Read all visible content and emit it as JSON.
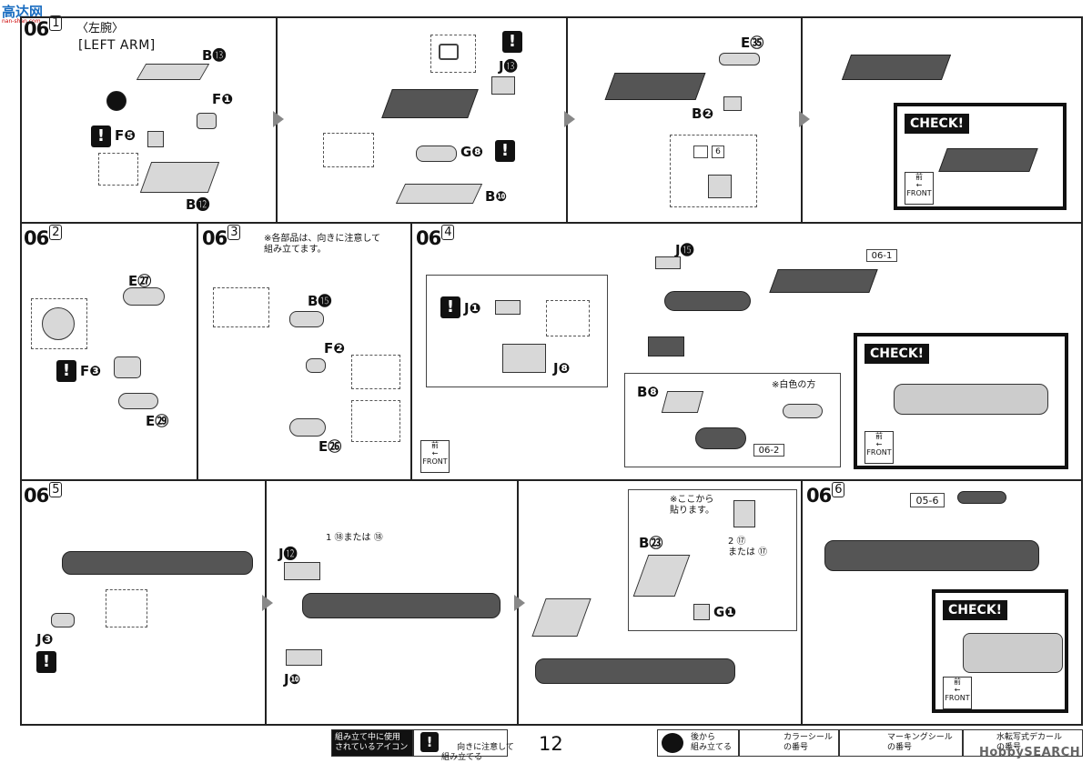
{
  "watermark": {
    "site": "高达网",
    "url": "nan-shan.com"
  },
  "steps": {
    "s061": {
      "number": "06",
      "sub": "1",
      "title_jp": "〈左腕〉",
      "title_en": "[LEFT ARM]",
      "labels": [
        "B⓭",
        "F❶",
        "F❺",
        "B⓬",
        "J⓭",
        "G❽",
        "B❿",
        "E㉟",
        "B❷",
        "6"
      ]
    },
    "s062": {
      "number": "06",
      "sub": "2",
      "labels": [
        "E㉗",
        "F❸",
        "E㉙"
      ]
    },
    "s063": {
      "number": "06",
      "sub": "3",
      "note": "※各部品は、向きに注意して\n組み立てます。",
      "labels": [
        "B⓯",
        "F❷",
        "E㉖"
      ]
    },
    "s064": {
      "number": "06",
      "sub": "4",
      "labels": [
        "J⓯",
        "J❶",
        "J❽",
        "B❽",
        "06-1",
        "06-2"
      ],
      "note": "※白色の方"
    },
    "s065": {
      "number": "06",
      "sub": "5",
      "labels": [
        "J❸",
        "J⓬",
        "J❿",
        "B㉓",
        "G❶"
      ],
      "marking": "1 ⑱または ⑱",
      "note": "※ここから\n貼ります。",
      "marking2": "2 ⑰\nまたは ⑰"
    },
    "s066": {
      "number": "06",
      "sub": "6",
      "labels": [
        "05-6"
      ]
    }
  },
  "check_label": "CHECK!",
  "front_label": {
    "jp": "前",
    "en": "FRONT"
  },
  "footer": {
    "legend_title": "組み立て中に使用\nされているアイコン",
    "caution": "向きに注意して\n組み立てる",
    "page_number": "12",
    "back_assembly": "後から\n組み立てる",
    "color_seal": "カラーシール\nの番号",
    "marking_seal": "マーキングシール\nの番号",
    "water_decal": "水転写式デカール\nの番号",
    "watermark": "HobbySEARCH"
  },
  "step_numbers": {
    "one": "❶",
    "two": "❷",
    "three": "❸"
  }
}
